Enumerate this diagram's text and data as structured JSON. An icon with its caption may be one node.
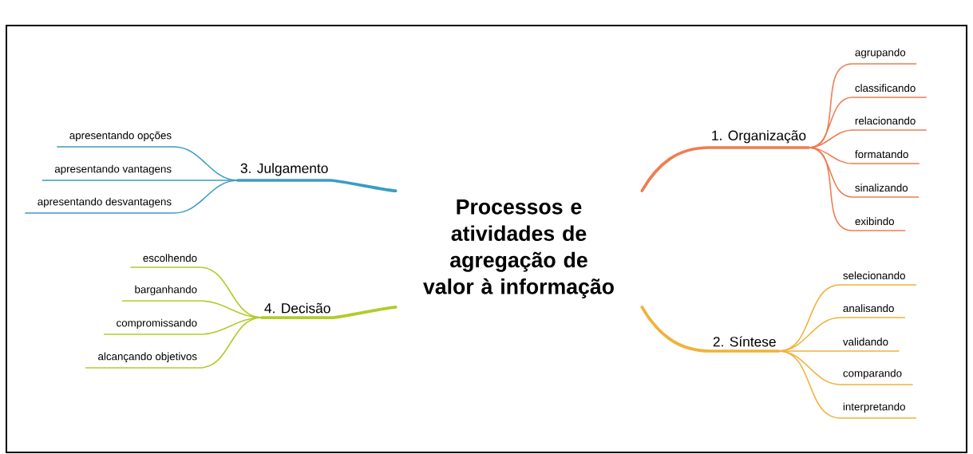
{
  "diagram": {
    "nodes": [
      {
        "text": [
          "Processos e atividades de agregação de valor à informação"
        ]
      },
      {
        "text": [
          "1. Organização"
        ]
      },
      {
        "text": [
          "agrupando"
        ]
      },
      {
        "text": [
          "classificando"
        ]
      },
      {
        "text": [
          "relacionando"
        ]
      },
      {
        "text": [
          "formatando"
        ]
      },
      {
        "text": [
          "sinalizando"
        ]
      },
      {
        "text": [
          "exibindo"
        ]
      },
      {
        "text": [
          "2. Síntese"
        ]
      },
      {
        "text": [
          "selecionando"
        ]
      },
      {
        "text": [
          "analisando"
        ]
      },
      {
        "text": [
          "validando"
        ]
      },
      {
        "text": [
          "comparando"
        ]
      },
      {
        "text": [
          "interpretando"
        ]
      },
      {
        "text": [
          "3. Julgamento"
        ]
      },
      {
        "text": [
          "apresentando opções"
        ]
      },
      {
        "text": [
          "apresentando vantagens"
        ]
      },
      {
        "text": [
          "apresentando desvantagens"
        ]
      },
      {
        "text": [
          "4. Decisão"
        ]
      },
      {
        "text": [
          "escolhendo"
        ]
      },
      {
        "text": [
          "barganhando"
        ]
      },
      {
        "text": [
          "compromissando"
        ]
      },
      {
        "text": [
          "alcançando objetivos"
        ]
      }
    ],
    "edges": [
      {
        "from": 0,
        "to": 1,
        "arrow": "none",
        "style": "thick",
        "color": "#ee7d52"
      },
      {
        "from": 1,
        "to": 2,
        "arrow": "none",
        "color": "#ee7d52"
      },
      {
        "from": 1,
        "to": 3,
        "arrow": "none",
        "color": "#ee7d52"
      },
      {
        "from": 1,
        "to": 4,
        "arrow": "none",
        "color": "#ee7d52"
      },
      {
        "from": 1,
        "to": 5,
        "arrow": "none",
        "color": "#ee7d52"
      },
      {
        "from": 1,
        "to": 6,
        "arrow": "none",
        "color": "#ee7d52"
      },
      {
        "from": 1,
        "to": 7,
        "arrow": "none",
        "color": "#ee7d52"
      },
      {
        "from": 0,
        "to": 8,
        "arrow": "none",
        "style": "thick",
        "color": "#f0b23a"
      },
      {
        "from": 8,
        "to": 9,
        "arrow": "none",
        "color": "#f0b23a"
      },
      {
        "from": 8,
        "to": 10,
        "arrow": "none",
        "color": "#f0b23a"
      },
      {
        "from": 8,
        "to": 11,
        "arrow": "none",
        "color": "#f0b23a"
      },
      {
        "from": 8,
        "to": 12,
        "arrow": "none",
        "color": "#f0b23a"
      },
      {
        "from": 8,
        "to": 13,
        "arrow": "none",
        "color": "#f0b23a"
      },
      {
        "from": 0,
        "to": 14,
        "arrow": "none",
        "style": "thick",
        "color": "#3b9cc2"
      },
      {
        "from": 14,
        "to": 15,
        "arrow": "none",
        "color": "#3b9cc2"
      },
      {
        "from": 14,
        "to": 16,
        "arrow": "none",
        "color": "#3b9cc2"
      },
      {
        "from": 14,
        "to": 17,
        "arrow": "none",
        "color": "#3b9cc2"
      },
      {
        "from": 0,
        "to": 18,
        "arrow": "none",
        "style": "thick",
        "color": "#b3cb2c"
      },
      {
        "from": 18,
        "to": 19,
        "arrow": "none",
        "color": "#b3cb2c"
      },
      {
        "from": 18,
        "to": 20,
        "arrow": "none",
        "color": "#b3cb2c"
      },
      {
        "from": 18,
        "to": 21,
        "arrow": "none",
        "color": "#b3cb2c"
      },
      {
        "from": 18,
        "to": 22,
        "arrow": "none",
        "color": "#b3cb2c"
      }
    ]
  }
}
